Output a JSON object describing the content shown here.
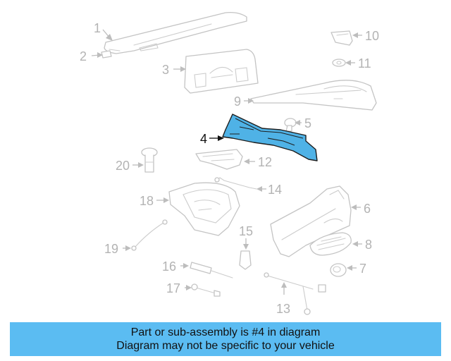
{
  "diagram": {
    "highlighted_part": "4",
    "callouts": [
      "1",
      "2",
      "3",
      "4",
      "5",
      "6",
      "7",
      "8",
      "9",
      "10",
      "11",
      "12",
      "13",
      "14",
      "15",
      "16",
      "17",
      "18",
      "19",
      "20"
    ]
  },
  "banner": {
    "line1": "Part or sub-assembly is #4 in diagram",
    "line2": "Diagram may not be specific to your vehicle"
  },
  "colors": {
    "highlight_fill": "#4fb2e6",
    "banner_background": "#5bbcf2",
    "line_art": "#c4c4c4"
  }
}
